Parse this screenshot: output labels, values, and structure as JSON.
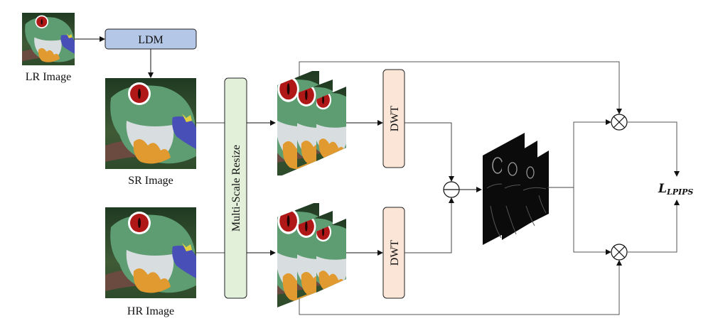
{
  "diagram": {
    "inputs": {
      "lr_label": "LR Image",
      "sr_label": "SR Image",
      "hr_label": "HR Image"
    },
    "blocks": {
      "ldm": {
        "label": "LDM",
        "fill": "#b4c7e7"
      },
      "resize": {
        "label": "Multi-Scale Resize",
        "fill": "#e2f0d9"
      },
      "dwt_top": {
        "label": "DWT",
        "fill": "#fbe5d6"
      },
      "dwt_bottom": {
        "label": "DWT",
        "fill": "#fbe5d6"
      }
    },
    "operators": {
      "subtract": "minus",
      "multiply_top": "otimes",
      "multiply_bottom": "otimes"
    },
    "output": {
      "loss_main": "L",
      "loss_sub": "LPIPS"
    },
    "colors": {
      "line": "#555555",
      "frog_green": "#5a9a6e",
      "frog_eye": "#b01818",
      "dark_bg": "#0b0b0b"
    }
  }
}
